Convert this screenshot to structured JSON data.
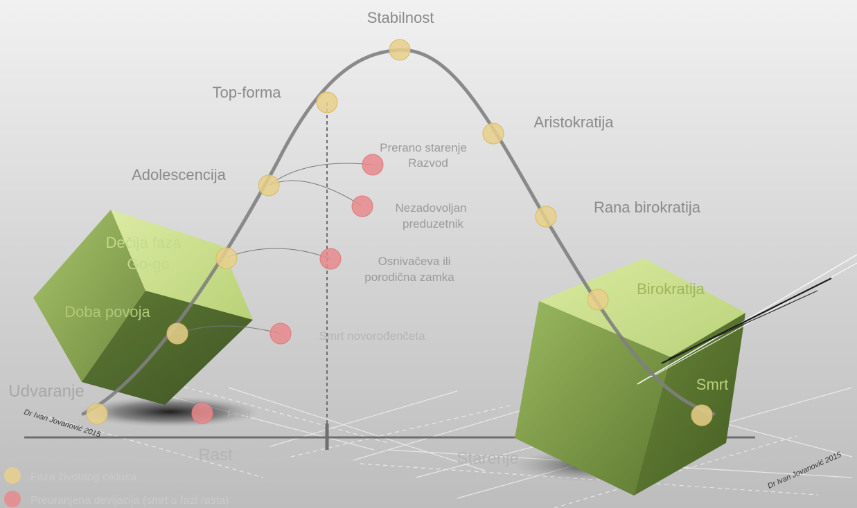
{
  "colors": {
    "phase_dot": "#e7cf8b",
    "deviation_dot": "#e8898c",
    "curve": "#7f7f7f",
    "label_text": "#8a8a8a",
    "cube_light": "#cfe392",
    "cube_mid": "#96b15e",
    "cube_dark": "#586f33"
  },
  "phases": [
    {
      "id": "udvaranje",
      "label": "Udvaranje"
    },
    {
      "id": "doba-povoja",
      "label": "Doba povoja"
    },
    {
      "id": "decija-faza",
      "label": "Dečija faza"
    },
    {
      "id": "go-go",
      "label": "Go-go"
    },
    {
      "id": "adolescencija",
      "label": "Adolescencija"
    },
    {
      "id": "top-forma",
      "label": "Top-forma"
    },
    {
      "id": "stabilnost",
      "label": "Stabilnost"
    },
    {
      "id": "aristokratija",
      "label": "Aristokratija"
    },
    {
      "id": "rana-birokratija",
      "label": "Rana birokratija"
    },
    {
      "id": "birokratija",
      "label": "Birokratija"
    },
    {
      "id": "smrt",
      "label": "Smrt"
    }
  ],
  "deviations": [
    {
      "id": "flert",
      "label": "Flert"
    },
    {
      "id": "smrt-novorodenceta",
      "label": "Smrt novorođenčeta"
    },
    {
      "id": "osnivaceva-zamka",
      "line1": "Osnivačeva ili",
      "line2": "porodična zamka"
    },
    {
      "id": "nezadovoljan-preduzetnik",
      "line1": "Nezadovoljan",
      "line2": "preduzetnik"
    },
    {
      "id": "prerano-starenje",
      "line1": "Prerano starenje",
      "line2": "Razvod"
    }
  ],
  "axis": {
    "left_label": "Rast",
    "right_label": "Starenje"
  },
  "legend": [
    {
      "id": "phase",
      "label": "Faza životnog ciklusa",
      "icon": "yellow-circle"
    },
    {
      "id": "deviation",
      "label": "Preuranjena devijacija (smrt u fazi rasta)",
      "icon": "red-circle"
    }
  ],
  "signature": "Dr Ivan Jovanović 2015"
}
